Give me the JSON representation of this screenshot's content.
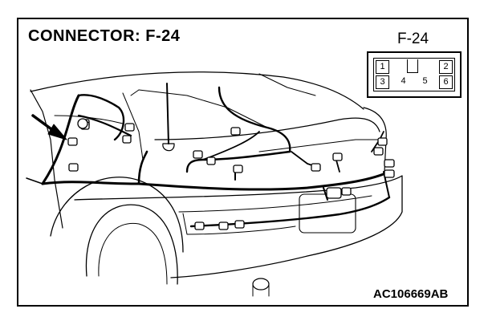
{
  "diagram": {
    "title": "CONNECTOR: F-24",
    "inset_label": "F-24",
    "reference_code": "AC106669AB",
    "connector_pins": {
      "top_row": [
        "1",
        "2"
      ],
      "bottom_row": [
        "3",
        "4",
        "5",
        "6"
      ]
    }
  }
}
